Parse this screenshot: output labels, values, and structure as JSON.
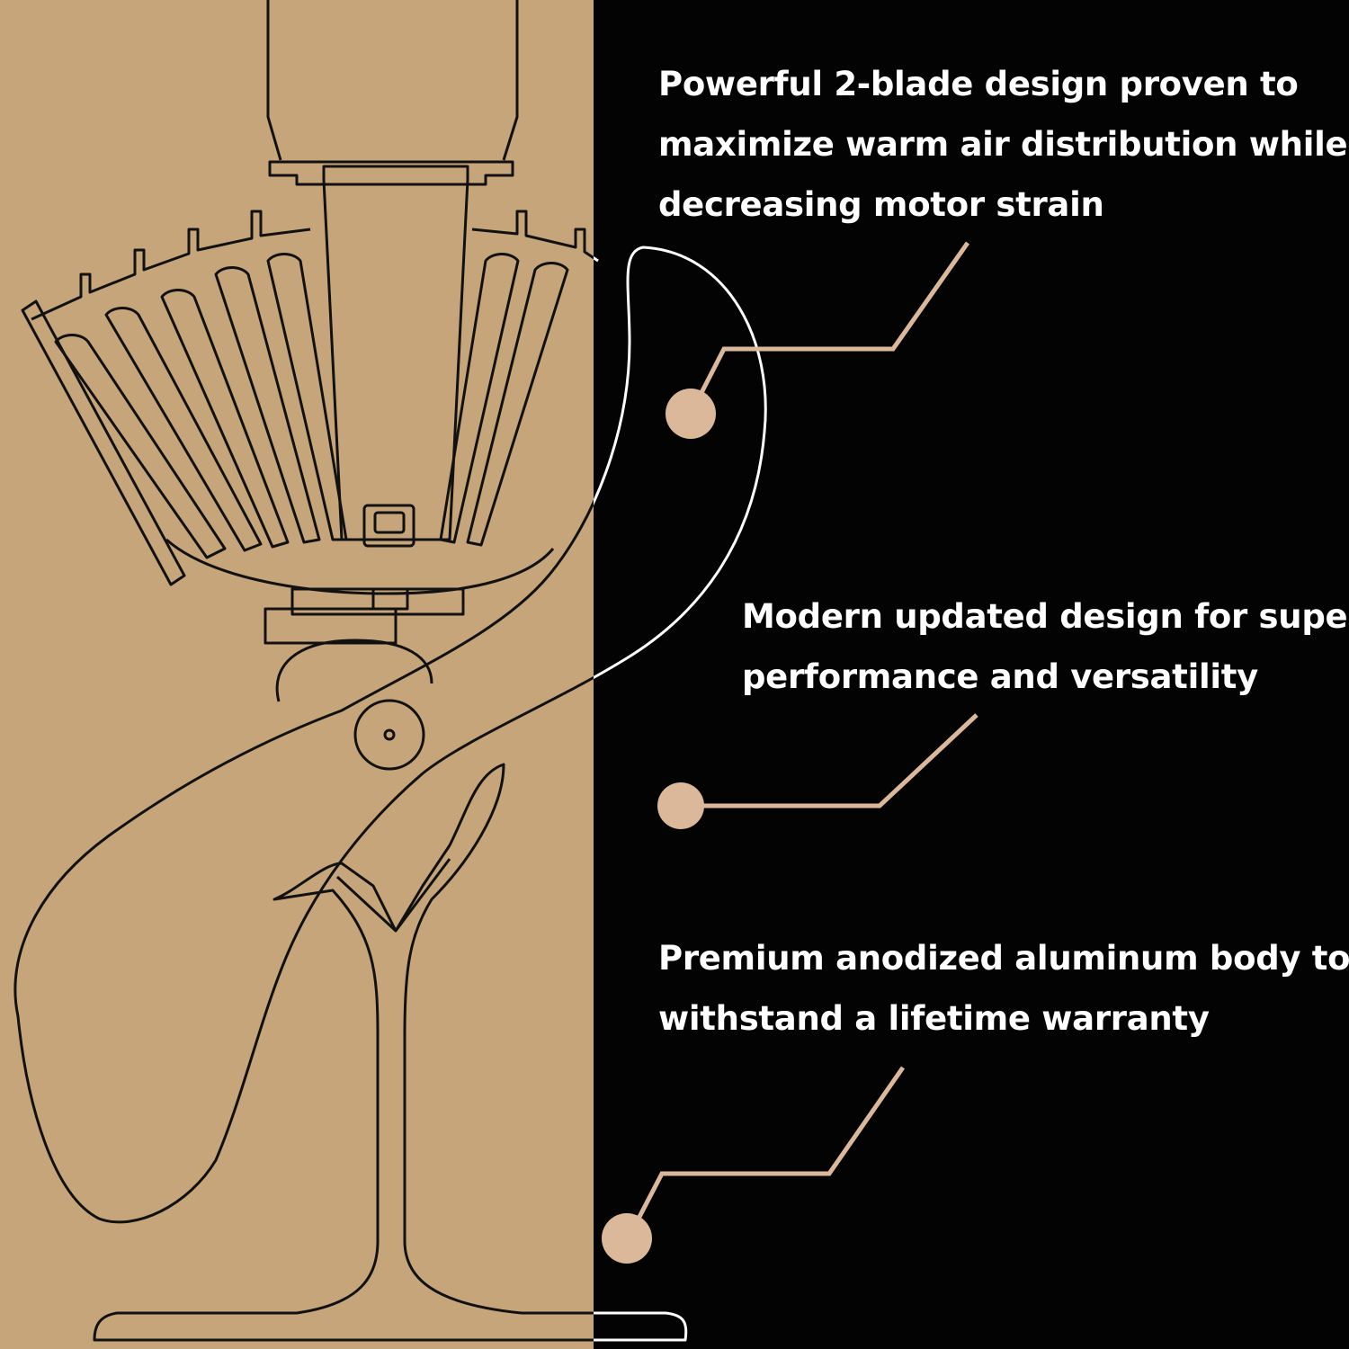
{
  "features": [
    {
      "lines": [
        "Powerful 2-blade design proven to",
        "maximize warm air distribution while",
        "decreasing motor strain"
      ]
    },
    {
      "lines": [
        "Modern updated design for superior",
        "performance and versatility"
      ]
    },
    {
      "lines": [
        "Premium anodized aluminum body to",
        "withstand a lifetime warranty"
      ]
    }
  ],
  "colors": {
    "kraft_background": "#c6a57b",
    "dark_background": "#030303",
    "callout_accent": "#dcb89a",
    "outline_dark": "#111111",
    "outline_light": "#ffffff",
    "text": "#ffffff"
  }
}
